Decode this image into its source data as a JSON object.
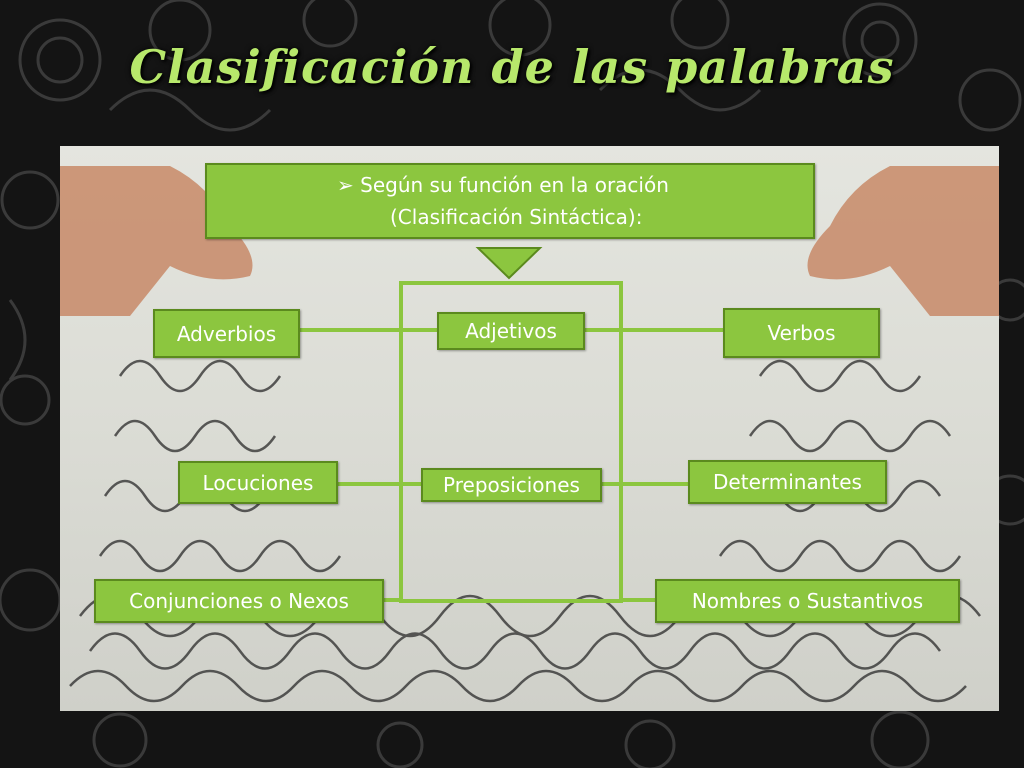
{
  "title": "Clasificación de las palabras",
  "header": {
    "bullet": "➢",
    "line1": "Según su función en la oración",
    "line2": "(Clasificación Sintáctica):"
  },
  "categories": {
    "adverbios": "Adverbios",
    "adjetivos": "Adjetivos",
    "verbos": "Verbos",
    "locuciones": "Locuciones",
    "preposiciones": "Preposiciones",
    "determinantes": "Determinantes",
    "conjunciones": "Conjunciones o Nexos",
    "nombres": "Nombres o Sustantivos"
  },
  "colors": {
    "box_fill": "#8cc63f",
    "box_border": "#5b8a1e",
    "title": "#b7e86b",
    "connector": "#8cc63f",
    "background": "#141414"
  }
}
